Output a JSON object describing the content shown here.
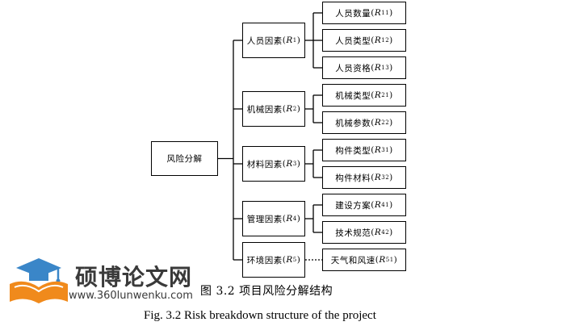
{
  "root": {
    "label": "风险分解"
  },
  "factors": [
    {
      "label": "人员因素",
      "var": "R",
      "sub": "1",
      "children": [
        {
          "label": "人员数量",
          "var": "R",
          "sub": "11"
        },
        {
          "label": "人员类型",
          "var": "R",
          "sub": "12"
        },
        {
          "label": "人员资格",
          "var": "R",
          "sub": "13"
        }
      ]
    },
    {
      "label": "机械因素",
      "var": "R",
      "sub": "2",
      "children": [
        {
          "label": "机械类型",
          "var": "R",
          "sub": "21"
        },
        {
          "label": "机械参数",
          "var": "R",
          "sub": "22"
        }
      ]
    },
    {
      "label": "材料因素",
      "var": "R",
      "sub": "3",
      "children": [
        {
          "label": "构件类型",
          "var": "R",
          "sub": "31"
        },
        {
          "label": "构件材料",
          "var": "R",
          "sub": "32"
        }
      ]
    },
    {
      "label": "管理因素",
      "var": "R",
      "sub": "4",
      "children": [
        {
          "label": "建设方案",
          "var": "R",
          "sub": "41"
        },
        {
          "label": "技术规范",
          "var": "R",
          "sub": "42"
        }
      ]
    },
    {
      "label": "环境因素",
      "var": "R",
      "sub": "5",
      "children": [
        {
          "label": "天气和风速",
          "var": "R",
          "sub": "51"
        }
      ]
    }
  ],
  "caption": {
    "cn": "图 3.2  项目风险分解结构",
    "en": "Fig. 3.2 Risk breakdown structure of the project"
  },
  "watermark": {
    "name": "硕博论文网",
    "url": "www.360lunwenku.com",
    "logo_icon": "graduation-cap-book-icon",
    "colors": {
      "cap": "#3a86c8",
      "book": "#f08a1c"
    }
  }
}
